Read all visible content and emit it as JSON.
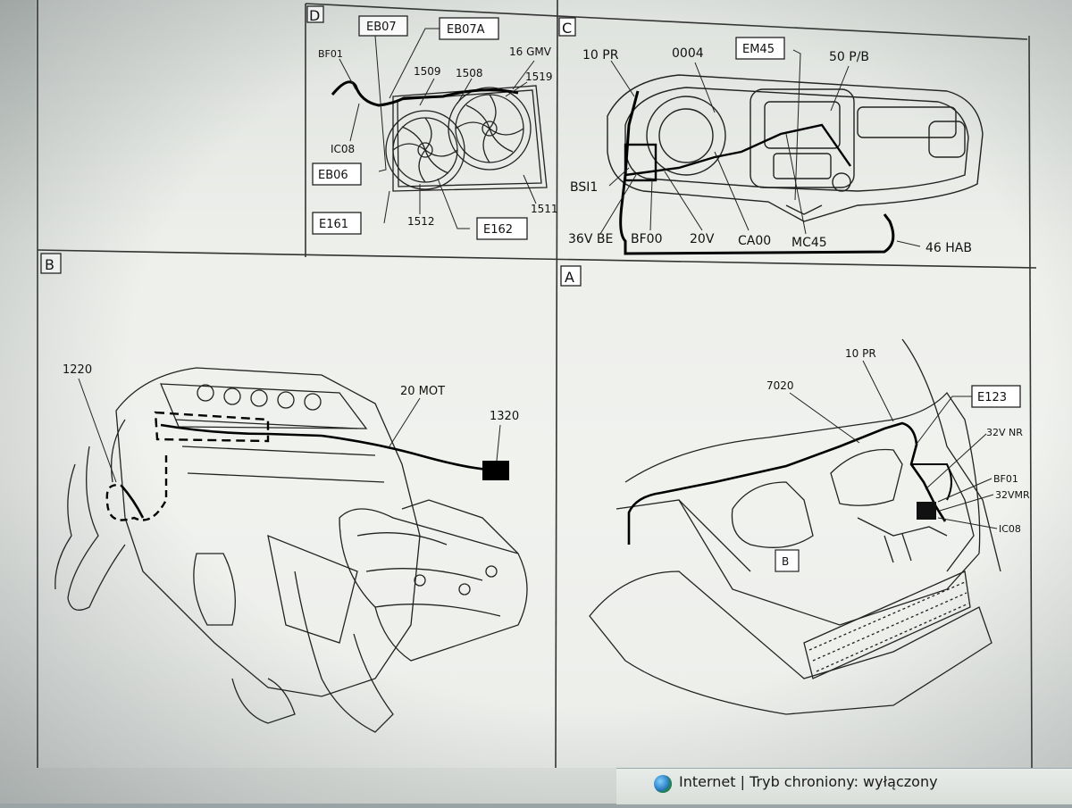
{
  "panels": {
    "A": {
      "letter": "A",
      "labels": {
        "pr10": "10 PR",
        "n7020": "7020",
        "e123": "E123",
        "nr32v": "32V NR",
        "bf01": "BF01",
        "mr32v": "32VMR",
        "ic08": "IC08",
        "b": "B"
      }
    },
    "B": {
      "letter": "B",
      "labels": {
        "n1220": "1220",
        "mot20": "20 MOT",
        "n1320": "1320"
      }
    },
    "C": {
      "letter": "C",
      "labels": {
        "pr10": "10 PR",
        "n0004": "0004",
        "em45": "EM45",
        "pb50": "50 P/B",
        "bs11": "BSI1",
        "be36v": "36V BE",
        "bf00": "BF00",
        "v20": "20V",
        "ca00": "CA00",
        "mc45": "MC45",
        "hab46": "46 HAB"
      }
    },
    "D": {
      "letter": "D",
      "labels": {
        "eb07": "EB07",
        "eb07a": "EB07A",
        "bf01": "BF01",
        "gmv16": "16 GMV",
        "n1509": "1509",
        "n1508": "1508",
        "n1519": "1519",
        "ic08": "IC08",
        "eb06": "EB06",
        "n1511": "1511",
        "e161": "E161",
        "n1512": "1512",
        "e162": "E162"
      }
    }
  },
  "statusbar": {
    "text": "Internet | Tryb chroniony: wyłączony",
    "icon": "globe-icon"
  }
}
